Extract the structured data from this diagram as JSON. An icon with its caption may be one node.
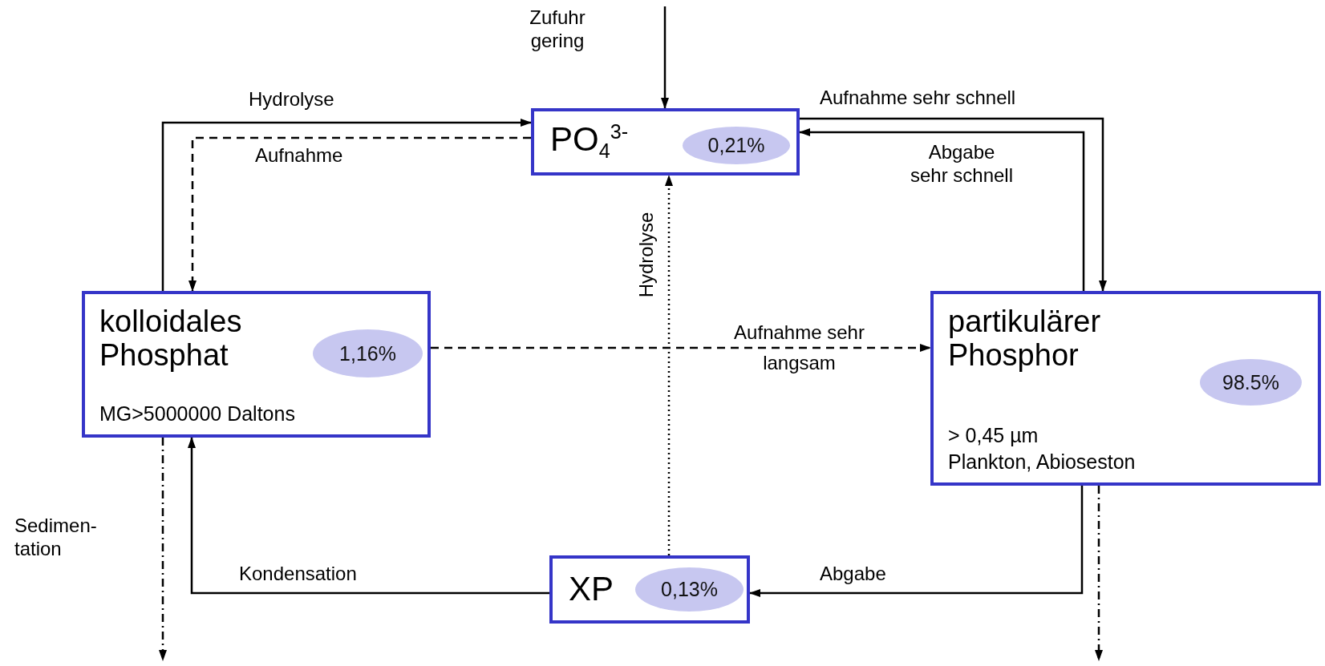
{
  "diagram": {
    "nodes": [
      {
        "text": [
          "PO$_{4}$$^{3-}$"
        ]
      },
      {
        "text": [
          "0,21%"
        ],
        "in": 0
      },
      {
        "text": [
          "kolloidales Phosphat",
          "MG>5000000 Daltons"
        ]
      },
      {
        "text": [
          "1,16%"
        ],
        "in": 2
      },
      {
        "text": [
          "partikulärer Phosphor",
          "> 0,45 µm",
          "Plankton, Abioseston"
        ]
      },
      {
        "text": [
          "98.5%"
        ],
        "in": 4
      },
      {
        "text": [
          "XP"
        ]
      },
      {
        "text": [
          "0,13%"
        ],
        "in": 6
      }
    ],
    "edges": [
      {
        "from": null,
        "to": 0,
        "arrow": "to",
        "label": "Zufuhr gering"
      },
      {
        "from": 2,
        "to": 0,
        "arrow": "to",
        "label": "Hydrolyse"
      },
      {
        "from": 0,
        "to": 2,
        "arrow": "to",
        "label": "Aufnahme",
        "style": "dashed"
      },
      {
        "from": 0,
        "to": 4,
        "arrow": "to",
        "label": "Aufnahme sehr schnell"
      },
      {
        "from": 4,
        "to": 0,
        "arrow": "to",
        "label": "Abgabe sehr schnell"
      },
      {
        "from": 6,
        "to": 0,
        "arrow": "to",
        "label": "Hydrolyse",
        "style": "dashed"
      },
      {
        "from": 2,
        "to": 4,
        "arrow": "to",
        "label": "Aufnahme sehr langsam",
        "style": "dashed"
      },
      {
        "from": 6,
        "to": 2,
        "arrow": "to",
        "label": "Kondensation"
      },
      {
        "from": 4,
        "to": 6,
        "arrow": "to",
        "label": "Abgabe"
      },
      {
        "from": 2,
        "to": null,
        "arrow": "to",
        "label": "Sedimen- tation",
        "style": "dashed"
      },
      {
        "from": 4,
        "to": null,
        "arrow": "to",
        "style": "dashed"
      }
    ]
  }
}
